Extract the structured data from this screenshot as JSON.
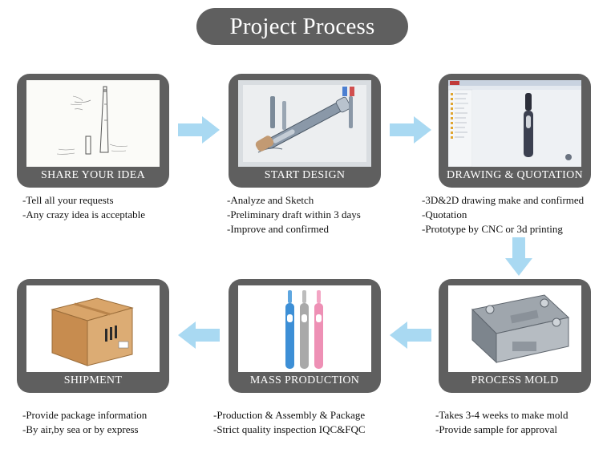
{
  "title": "Project Process",
  "colors": {
    "card": "#5f5f5f",
    "arrow": "#a9d9f2",
    "text": "#111111"
  },
  "steps": [
    {
      "label": "SHARE YOUR IDEA",
      "lines": [
        "-Tell all your requests",
        "-Any crazy idea is acceptable"
      ],
      "icon": "sketch-drawing"
    },
    {
      "label": "START DESIGN",
      "lines": [
        "-Analyze and Sketch",
        "-Preliminary draft within 3 days",
        "-Improve and confirmed"
      ],
      "icon": "design-render"
    },
    {
      "label": "DRAWING & QUOTATION",
      "lines": [
        "-3D&2D drawing make and confirmed",
        "-Quotation",
        "-Prototype by CNC or 3d printing"
      ],
      "icon": "cad-screen"
    },
    {
      "label": "PROCESS MOLD",
      "lines": [
        "-Takes 3-4 weeks to make mold",
        "-Provide sample for approval"
      ],
      "icon": "mold"
    },
    {
      "label": "MASS PRODUCTION",
      "lines": [
        "-Production & Assembly & Package",
        "-Strict quality inspection IQC&FQC"
      ],
      "icon": "toothbrushes"
    },
    {
      "label": "SHIPMENT",
      "lines": [
        "-Provide package information",
        "-By air,by sea or by express"
      ],
      "icon": "cardboard-box"
    }
  ]
}
